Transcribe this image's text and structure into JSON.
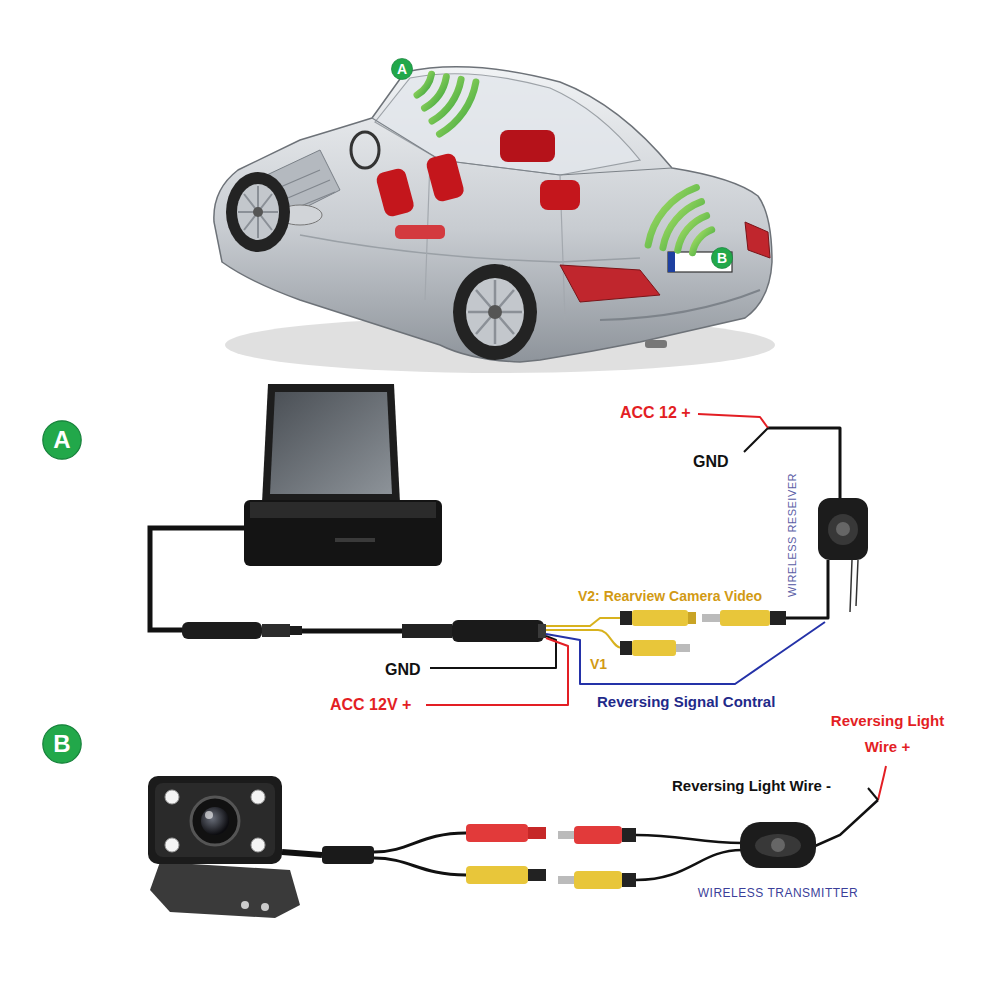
{
  "diagram": {
    "nodes": [
      {
        "text": [
          "A"
        ]
      },
      {
        "text": [
          "B"
        ]
      },
      {
        "text": [
          "A"
        ]
      },
      {
        "text": [
          "WIRELESS RESEIVER"
        ]
      },
      {
        "text": [
          "B"
        ]
      },
      {
        "text": [
          "WIRELESS TRANSMITTER"
        ]
      }
    ],
    "labels": [
      "ACC 12 +",
      "GND",
      "V2: Rearview Camera Video",
      "V1",
      "GND",
      "ACC 12V +",
      "Reversing Signal Contral",
      "Reversing Light Wire +",
      "Reversing Light Wire -"
    ]
  }
}
